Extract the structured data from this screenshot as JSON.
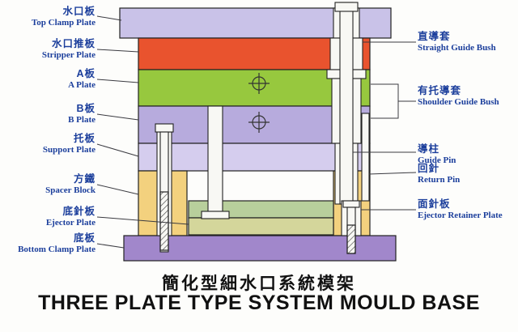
{
  "title": {
    "zh": "簡化型細水口系統模架",
    "en": "THREE PLATE TYPE SYSTEM MOULD BASE"
  },
  "labels_left": [
    {
      "id": "top-clamp-plate",
      "zh": "水口板",
      "en": "Top Clamp Plate"
    },
    {
      "id": "stripper-plate",
      "zh": "水口推板",
      "en": "Stripper Plate"
    },
    {
      "id": "a-plate",
      "zh": "A板",
      "en": "A Plate"
    },
    {
      "id": "b-plate",
      "zh": "B板",
      "en": "B Plate"
    },
    {
      "id": "support-plate",
      "zh": "托板",
      "en": "Support Plate"
    },
    {
      "id": "spacer-block",
      "zh": "方鐵",
      "en": "Spacer Block"
    },
    {
      "id": "ejector-plate",
      "zh": "底針板",
      "en": "Ejector Plate"
    },
    {
      "id": "bottom-clamp-plate",
      "zh": "底板",
      "en": "Bottom Clamp Plate"
    }
  ],
  "labels_right": [
    {
      "id": "straight-guide-bush",
      "zh": "直導套",
      "en": "Straight Guide Bush"
    },
    {
      "id": "shoulder-guide-bush",
      "zh": "有托導套",
      "en": "Shoulder Guide Bush"
    },
    {
      "id": "guide-pin",
      "zh": "導柱",
      "en": "Guide Pin"
    },
    {
      "id": "return-pin",
      "zh": "回針",
      "en": "Return Pin"
    },
    {
      "id": "ejector-retainer-plate",
      "zh": "面針板",
      "en": "Ejector Retainer Plate"
    }
  ],
  "colors": {
    "background": "#fdfdfb",
    "outline": "#222222",
    "label-blue": "#1c3f9c",
    "title-black": "#111111",
    "plate-top-clamp": "#c9c2e8",
    "plate-stripper": "#e9532e",
    "plate-a": "#97c83e",
    "plate-b": "#b7abdd",
    "plate-support": "#d5cdee",
    "spacer-block": "#f3d17e",
    "plate-ejector-retainer": "#b8cf9c",
    "plate-ejector": "#d4d69b",
    "plate-bottom-clamp": "#a187cb",
    "pin-fill": "#f8f8f4"
  }
}
